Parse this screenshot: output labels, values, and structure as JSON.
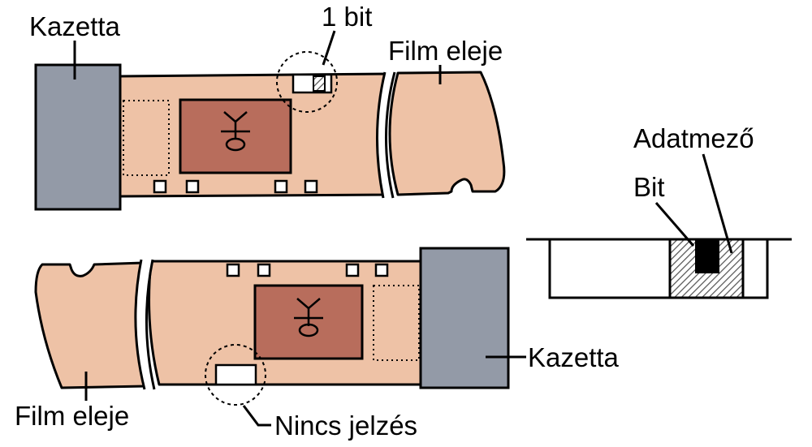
{
  "labels": {
    "top_cassette": "Kazetta",
    "one_bit": "1 bit",
    "top_film_start": "Film eleje",
    "data_field": "Adatmező",
    "bit": "Bit",
    "bottom_cassette": "Kazetta",
    "bottom_film_start": "Film eleje",
    "no_mark": "Nincs jelzés"
  },
  "colors": {
    "film": "#eec2a6",
    "frame": "#b86d5c",
    "cassette": "#939aa7",
    "hatch": "#555555",
    "bit_fill": "#000000"
  }
}
